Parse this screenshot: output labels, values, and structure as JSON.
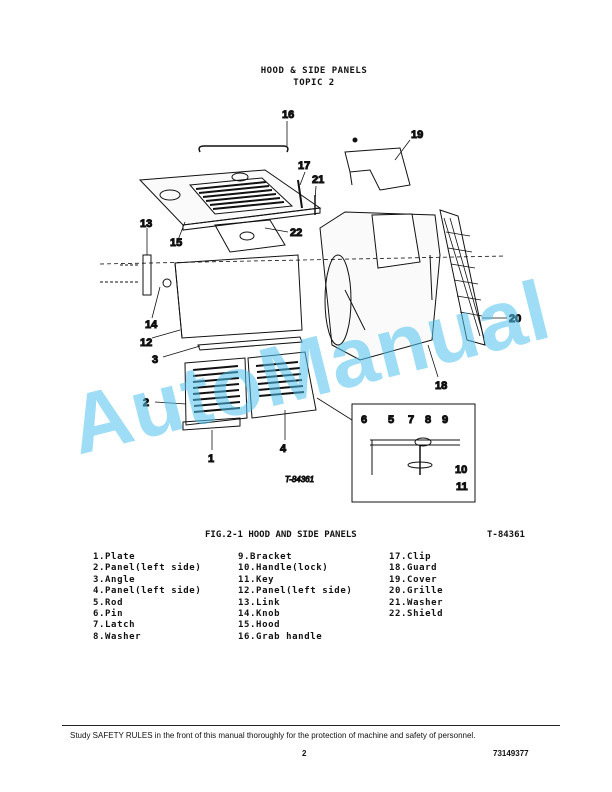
{
  "header": {
    "title": "HOOD & SIDE PANELS",
    "topic": "TOPIC 2"
  },
  "figure": {
    "callouts": [
      "1",
      "2",
      "3",
      "4",
      "5",
      "6",
      "7",
      "8",
      "9",
      "10",
      "11",
      "12",
      "13",
      "14",
      "15",
      "16",
      "17",
      "18",
      "19",
      "20",
      "21",
      "22"
    ],
    "drawing_code": "T-84361"
  },
  "watermark": "AutoManual",
  "caption": {
    "title": "FIG.2-1 HOOD AND SIDE PANELS",
    "code": "T-84361"
  },
  "parts": {
    "col1": [
      "1.Plate",
      "2.Panel(left side)",
      "3.Angle",
      "4.Panel(left side)",
      "5.Rod",
      "6.Pin",
      "7.Latch",
      "8.Washer"
    ],
    "col2": [
      "9.Bracket",
      "10.Handle(lock)",
      "11.Key",
      "12.Panel(left side)",
      "13.Link",
      "14.Knob",
      "15.Hood",
      "16.Grab handle"
    ],
    "col3": [
      "17.Clip",
      "18.Guard",
      "19.Cover",
      "20.Grille",
      "21.Washer",
      "22.Shield"
    ]
  },
  "footer": {
    "note": "Study SAFETY RULES in the front of this manual thoroughly for the protection of machine and safety of personnel.",
    "page": "2",
    "doc_number": "73149377"
  }
}
